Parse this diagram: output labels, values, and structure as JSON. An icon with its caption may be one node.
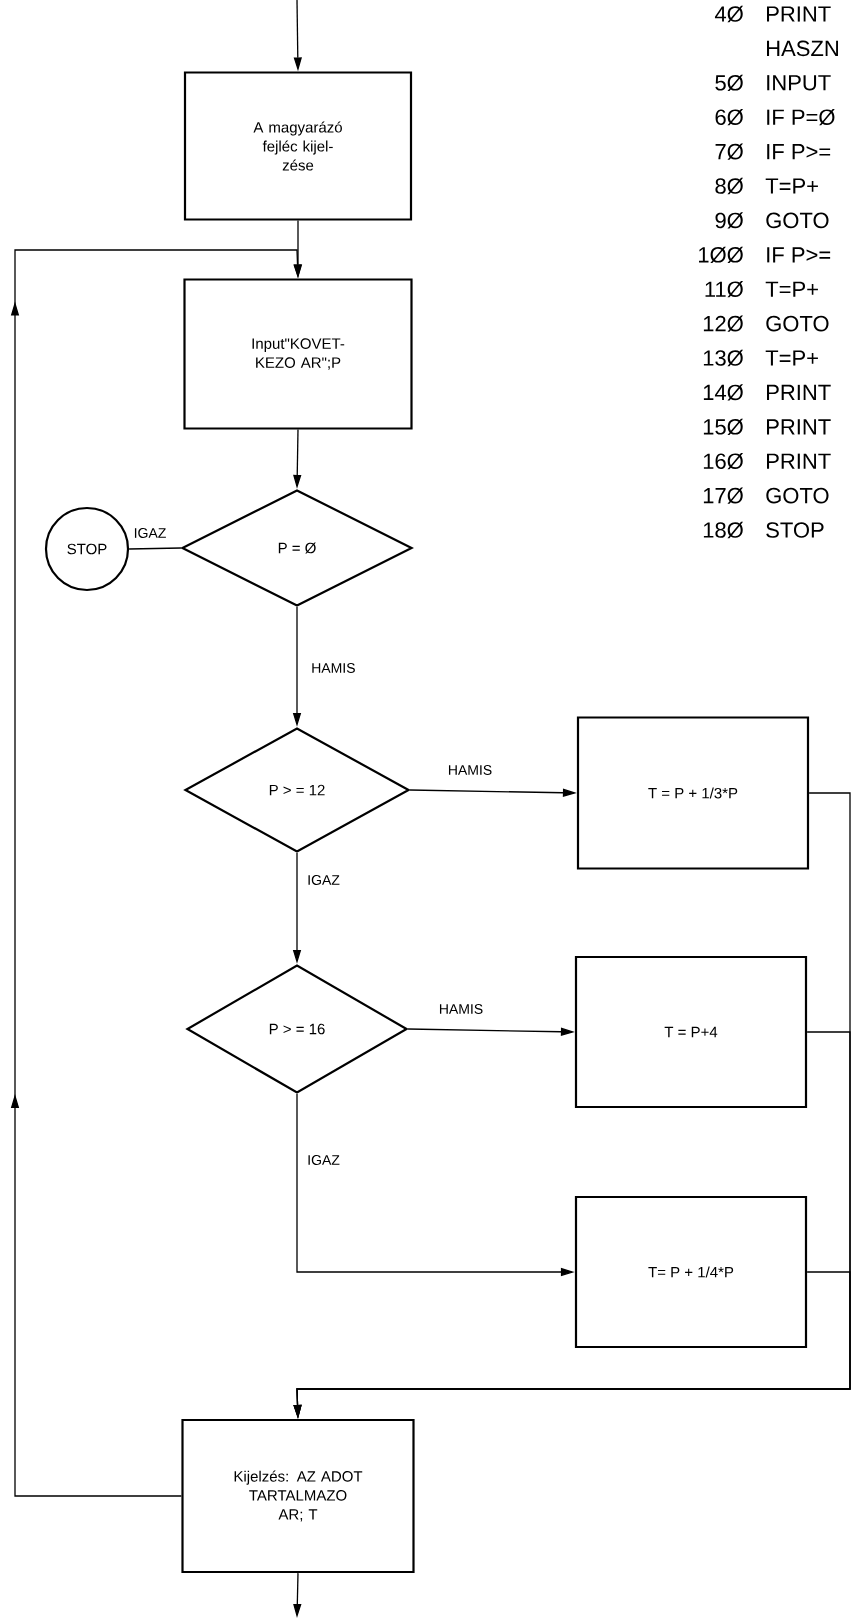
{
  "diagram": {
    "nodes": [
      {
        "text": [
          "A magyarázó fejléc kijel- zése"
        ]
      },
      {
        "text": [
          "Input\"KOVET- KEZO AR\";P"
        ]
      },
      {
        "text": [
          "STOP"
        ]
      },
      {
        "text": [
          "P = Ø"
        ]
      },
      {
        "text": [
          "P > = 12"
        ]
      },
      {
        "text": [
          "T = P + 1/3*P"
        ]
      },
      {
        "text": [
          "P > = 16"
        ]
      },
      {
        "text": [
          "T = P+4"
        ]
      },
      {
        "text": [
          "T= P + 1/4*P"
        ]
      },
      {
        "text": [
          "Kijelzés: AZ ADOT TARTALMAZO AR; T"
        ]
      }
    ],
    "edges": [
      {
        "from": null,
        "to": 0,
        "arrow": "to"
      },
      {
        "from": 0,
        "to": 1,
        "arrow": "to"
      },
      {
        "from": 1,
        "to": 3,
        "arrow": "to"
      },
      {
        "from": 3,
        "to": 2,
        "arrow": "none",
        "label": "IGAZ"
      },
      {
        "from": 3,
        "to": 4,
        "arrow": "to",
        "label": "HAMIS"
      },
      {
        "from": 4,
        "to": 5,
        "arrow": "to",
        "label": "HAMIS"
      },
      {
        "from": 4,
        "to": 6,
        "arrow": "to",
        "label": "IGAZ"
      },
      {
        "from": 6,
        "to": 7,
        "arrow": "to",
        "label": "HAMIS"
      },
      {
        "from": 6,
        "to": 8,
        "arrow": "to",
        "label": "IGAZ"
      },
      {
        "from": 5,
        "to": 9,
        "arrow": "to"
      },
      {
        "from": 7,
        "to": 9,
        "arrow": "to"
      },
      {
        "from": 8,
        "to": 9,
        "arrow": "to"
      },
      {
        "from": 9,
        "to": 1,
        "arrow": "to"
      },
      {
        "from": 9,
        "to": null,
        "arrow": "to"
      }
    ],
    "labels": [
      "4Ø",
      "PRINT",
      "HASZN",
      "5Ø",
      "INPUT",
      "6Ø",
      "IF P=Ø",
      "7Ø",
      "IF P>=",
      "8Ø",
      "T=P+",
      "9Ø",
      "GOTO",
      "1ØØ",
      "IF P>=",
      "11Ø",
      "T=P+",
      "12Ø",
      "GOTO",
      "13Ø",
      "T=P+",
      "14Ø",
      "PRINT",
      "15Ø",
      "PRINT",
      "16Ø",
      "PRINT",
      "17Ø",
      "GOTO",
      "18Ø",
      "STOP"
    ]
  }
}
